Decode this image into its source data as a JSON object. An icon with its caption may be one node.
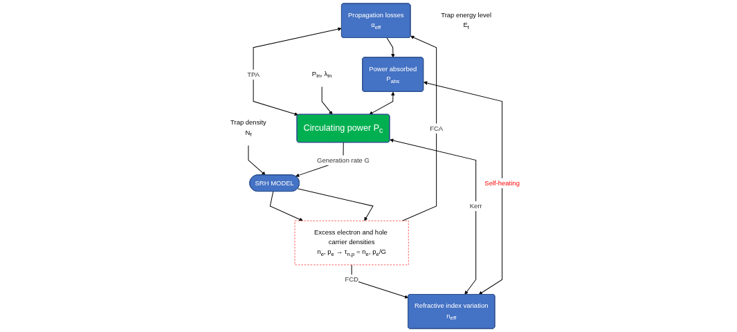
{
  "diagram": {
    "nodes": [
      {
        "text": [
          "Propagation losses",
          "α$_{eff}$"
        ]
      },
      {
        "text": [
          "Power absorbed",
          "P$_{abs}$"
        ]
      },
      {
        "text": [
          "P$_{in}$, λ$_{in}$"
        ]
      },
      {
        "text": [
          "Circulating power P$_{c}$"
        ]
      },
      {
        "text": [
          "Trap energy level",
          "E$_{t}$"
        ]
      },
      {
        "text": [
          "Trap density",
          "N$_{f}$"
        ]
      },
      {
        "text": [
          "SRH MODEL"
        ]
      },
      {
        "text": [
          "Excess electron and hole carrier densities",
          "n$_{e}$, p$_{e}$ → τ$_{n,p}$ = n$_{e}$, p$_{e}$/G"
        ]
      },
      {
        "text": [
          "Refractive index variation",
          "n$_{eff}$"
        ]
      }
    ],
    "edges": [
      {
        "from": 0,
        "to": 1,
        "arrow": "to"
      },
      {
        "from": 0,
        "to": 3,
        "arrow": "both",
        "label": "TPA"
      },
      {
        "from": 2,
        "to": 3,
        "arrow": "to"
      },
      {
        "from": 1,
        "to": 3,
        "arrow": "both"
      },
      {
        "from": 5,
        "to": 6,
        "arrow": "to"
      },
      {
        "from": 3,
        "to": 6,
        "arrow": "to",
        "label": "Generation rate G"
      },
      {
        "from": 6,
        "to": 7,
        "arrow": "to"
      },
      {
        "from": 6,
        "to": 7,
        "arrow": "to"
      },
      {
        "from": 7,
        "to": 0,
        "arrow": "to",
        "label": "FCA"
      },
      {
        "from": 7,
        "to": 8,
        "arrow": "to",
        "label": "FCD"
      },
      {
        "from": 3,
        "to": 8,
        "arrow": "both",
        "label": "Kerr"
      },
      {
        "from": 1,
        "to": 8,
        "arrow": "both",
        "label": "Self-heating"
      }
    ]
  }
}
